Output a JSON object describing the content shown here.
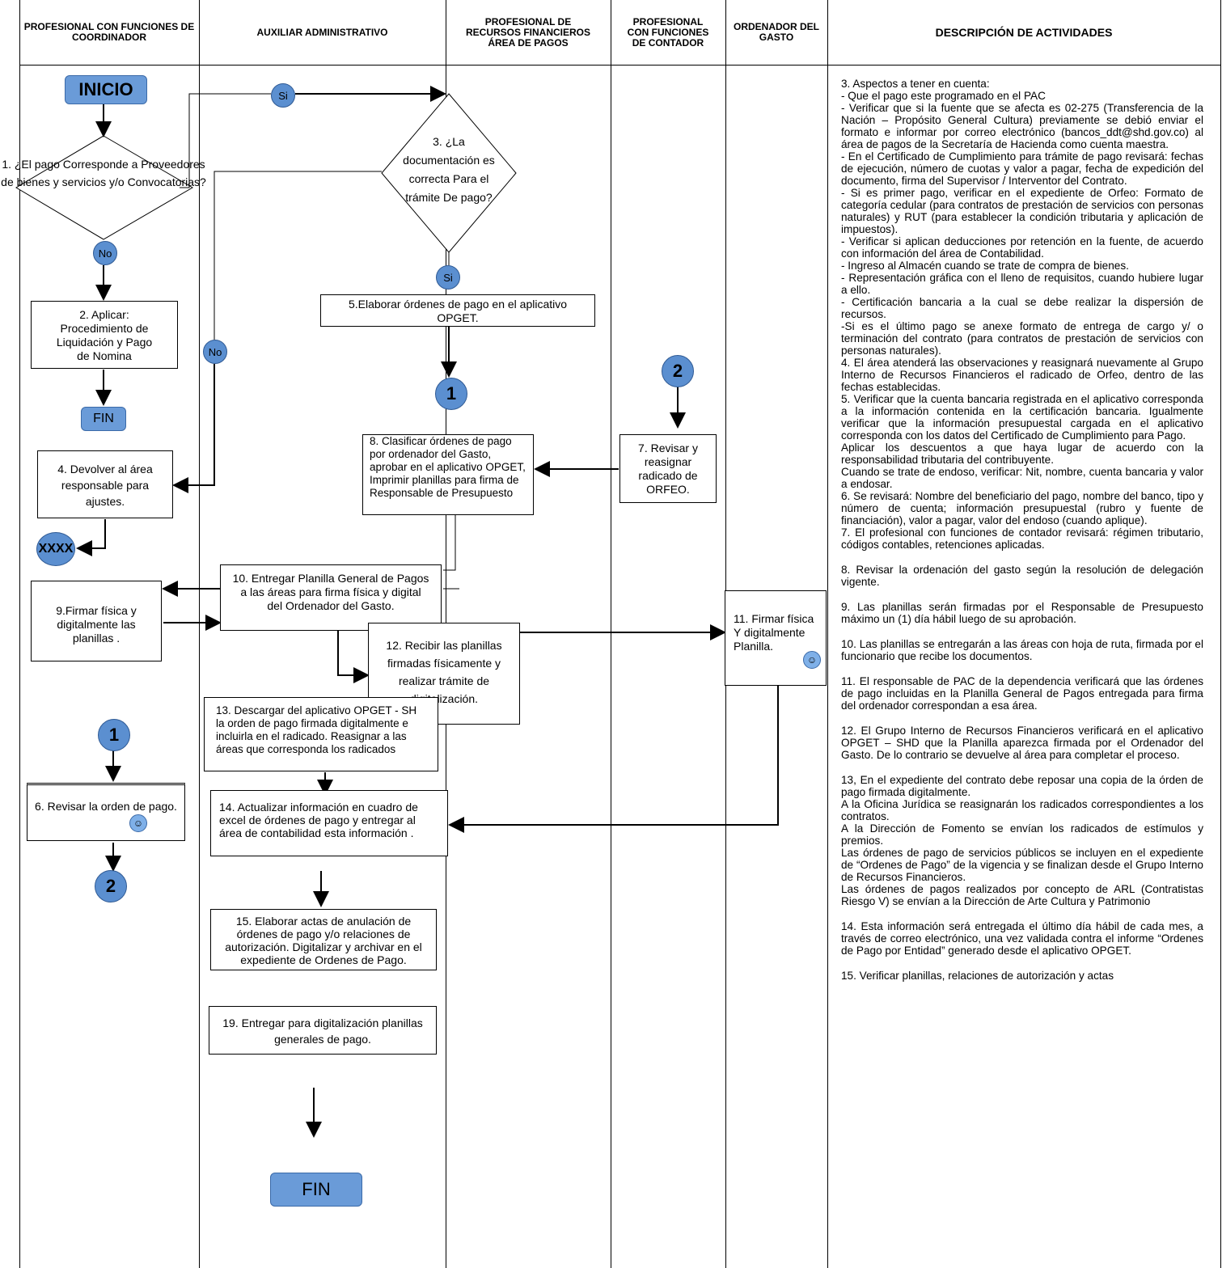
{
  "headers": {
    "coordinador": "PROFESIONAL CON FUNCIONES DE COORDINADOR",
    "auxiliar": "AUXILIAR ADMINISTRATIVO",
    "recursos": "PROFESIONAL DE RECURSOS FINANCIEROS ÁREA DE PAGOS",
    "contador": "PROFESIONAL CON FUNCIONES DE CONTADOR",
    "ordenador": "ORDENADOR DEL GASTO",
    "descripcion": "DESCRIPCIÓN DE ACTIVIDADES"
  },
  "nodes": {
    "inicio": "INICIO",
    "d1": "1. ¿El pago Corresponde a Proveedores de bienes y servicios y/o Convocatorias?",
    "d3": "3. ¿La documentación es correcta Para el trámite De pago?",
    "si1": "Si",
    "si2": "Si",
    "no1": "No",
    "no2": "No",
    "s2": "2. Aplicar: Procedimiento de Liquidación y Pago de Nomina",
    "fin1": "FIN",
    "s4": "4. Devolver al área responsable para ajustes.",
    "xxxx": "XXXX",
    "s5": "5.Elaborar órdenes de pago en el aplicativo OPGET.",
    "c1a": "1",
    "c2a": "2",
    "s8": "8. Clasificar órdenes de pago por ordenador del Gasto, aprobar en el aplicativo OPGET, Imprimir planillas para firma de Responsable de Presupuesto",
    "s7": "7. Revisar y reasignar radicado de ORFEO.",
    "s10": "10. Entregar Planilla General de Pagos a las áreas para firma física y digital del Ordenador del Gasto.",
    "s9": "9.Firmar física y digitalmente las planillas .",
    "s11": "11. Firmar física Y digitalmente Planilla.",
    "s12": "12. Recibir las planillas firmadas físicamente y realizar trámite de digitalización.",
    "s13": "13. Descargar del aplicativo OPGET - SH la orden de pago firmada digitalmente e incluirla en el radicado. Reasignar a las áreas que corresponda los radicados",
    "c1b": "1",
    "s6": "6. Revisar la orden de pago.",
    "c2b": "2",
    "s14": "14. Actualizar información en cuadro de excel de órdenes de pago y entregar al área de contabilidad esta información .",
    "s15": "15. Elaborar actas de anulación de órdenes de pago y/o relaciones de autorización. Digitalizar y archivar en el expediente de Ordenes de Pago.",
    "s19": "19. Entregar para digitalización planillas generales de pago.",
    "fin2": "FIN"
  },
  "description": [
    "3. Aspectos a tener en cuenta:",
    "- Que el pago este programado en el PAC",
    "- Verificar que si la fuente que se afecta es 02-275 (Transferencia de la Nación – Propósito General Cultura) previamente se debió enviar el formato e informar por correo electrónico (bancos_ddt@shd.gov.co) al área de pagos de la Secretaría de Hacienda como cuenta maestra.",
    "- En el Certificado de Cumplimiento para trámite de pago revisará: fechas de ejecución, número de cuotas y valor a pagar, fecha de expedición del documento, firma del Supervisor / Interventor del Contrato.",
    "- Si es primer pago, verificar en el expediente de Orfeo: Formato de categoría cedular (para contratos de prestación de servicios con personas naturales) y RUT (para establecer la condición tributaria y aplicación de impuestos).",
    "- Verificar si aplican deducciones por retención en la fuente, de acuerdo con información del área de Contabilidad.",
    "- Ingreso al Almacén cuando se trate de compra de bienes.",
    "- Representación gráfica con el lleno de requisitos, cuando hubiere lugar a ello.",
    "- Certificación bancaria a la cual se debe realizar la dispersión de recursos.",
    "-Si es el último pago se anexe formato de entrega de cargo y/ o terminación del contrato (para contratos de prestación de servicios con personas naturales).",
    "4. El área atenderá las observaciones y reasignará nuevamente al Grupo Interno de Recursos Financieros el radicado de Orfeo, dentro de las fechas establecidas.",
    "5. Verificar que la cuenta bancaria registrada en el aplicativo corresponda a la información contenida en la certificación bancaria. Igualmente verificar que la información presupuestal cargada en el aplicativo corresponda con los datos del Certificado de Cumplimiento para Pago.",
    "Aplicar los descuentos a que haya lugar de acuerdo con la responsabilidad tributaria del contribuyente.",
    "Cuando se trate de endoso, verificar: Nit, nombre, cuenta bancaria y valor a endosar.",
    "6. Se revisará: Nombre del beneficiario del pago, nombre del banco, tipo y número de cuenta; información presupuestal (rubro y fuente de financiación), valor a pagar, valor del endoso (cuando aplique).",
    "7. El profesional con funciones de contador revisará: régimen tributario, códigos contables, retenciones aplicadas.",
    "8. Revisar la ordenación del gasto según la resolución de delegación vigente.",
    "9. Las planillas serán firmadas por el Responsable de Presupuesto máximo un (1) día hábil luego de su aprobación.",
    "10. Las planillas se entregarán a las áreas con hoja de ruta, firmada por el funcionario que recibe los documentos.",
    "11. El responsable de PAC de la dependencia verificará que las órdenes de pago incluidas en la Planilla General de Pagos entregada para firma del ordenador correspondan a esa área.",
    "12. El Grupo Interno de Recursos Financieros verificará en el aplicativo OPGET – SHD que la Planilla aparezca firmada por el Ordenador del Gasto. De lo contrario se devuelve al área para completar el proceso.",
    "13, En el expediente del contrato debe reposar una copia de la órden de pago firmada digitalmente.",
    "A la Oficina Jurídica se reasignarán los radicados correspondientes a los contratos.",
    "A la Dirección de Fomento se envían los radicados de estímulos y premios.",
    "Las órdenes de pago de servicios públicos se incluyen en el expediente de “Ordenes de Pago” de la vigencia y se finalizan desde el Grupo Interno de Recursos Financieros.",
    "Las órdenes de pagos realizados por concepto de ARL (Contratistas Riesgo V) se envían a la Dirección de Arte Cultura y Patrimonio",
    "14. Esta información será entregada el último día hábil de cada mes, a través de correo electrónico, una vez validada contra el informe “Ordenes de Pago por Entidad” generado desde el aplicativo OPGET.",
    "15. Verificar planillas, relaciones de autorización y actas"
  ]
}
